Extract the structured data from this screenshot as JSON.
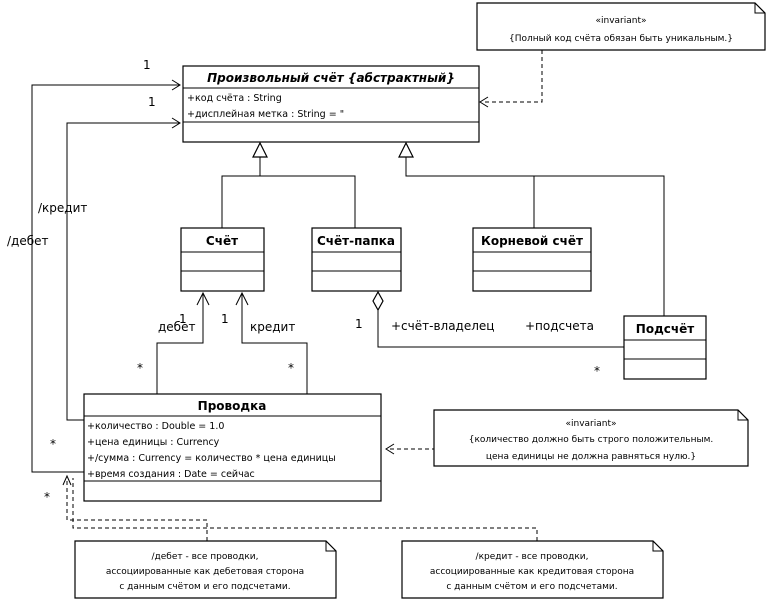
{
  "classes": {
    "abstract_account": {
      "title": "Произвольный счёт {абстрактный}",
      "attributes": [
        "+код счёта : String",
        "+дисплейная метка : String = \""
      ]
    },
    "account": {
      "title": "Счёт"
    },
    "folder": {
      "title": "Счёт-папка"
    },
    "root": {
      "title": "Корневой счёт"
    },
    "subaccount": {
      "title": "Подсчёт"
    },
    "posting": {
      "title": "Проводка",
      "attributes": [
        "+количество : Double = 1.0",
        "+цена единицы : Currency",
        "+/сумма : Currency = количество * цена единицы",
        "+время создания : Date = сейчас"
      ]
    }
  },
  "notes": {
    "invariant_top": [
      "«invariant»",
      "{Полный код счёта обязан быть уникальным.}"
    ],
    "invariant_right": [
      "«invariant»",
      "{количество должно быть строго положительным.",
      "цена единицы не должна равняться нулю.}"
    ],
    "debit_note": [
      "/дебет - все проводки,",
      "ассоциированные как дебетовая сторона",
      "с данным счётом и его подсчетами."
    ],
    "credit_note": [
      "/кредит - все проводки,",
      "ассоциированные как кредитовая сторона",
      "с данным счётом и его подсчетами."
    ]
  },
  "labels": {
    "mult_1_top": "1",
    "mult_1_second": "1",
    "credit_role": "/кредит",
    "debit_role": "/дебет",
    "debit_end": "дебет",
    "credit_end": "кредит",
    "mult_1_debit": "1",
    "mult_1_credit": "1",
    "star_debit": "*",
    "star_credit": "*",
    "star_left1": "*",
    "star_left2": "*",
    "folder_mult": "1",
    "owner_role": "+счёт-владелец",
    "sub_role": "+подсчета",
    "star_sub": "*"
  }
}
